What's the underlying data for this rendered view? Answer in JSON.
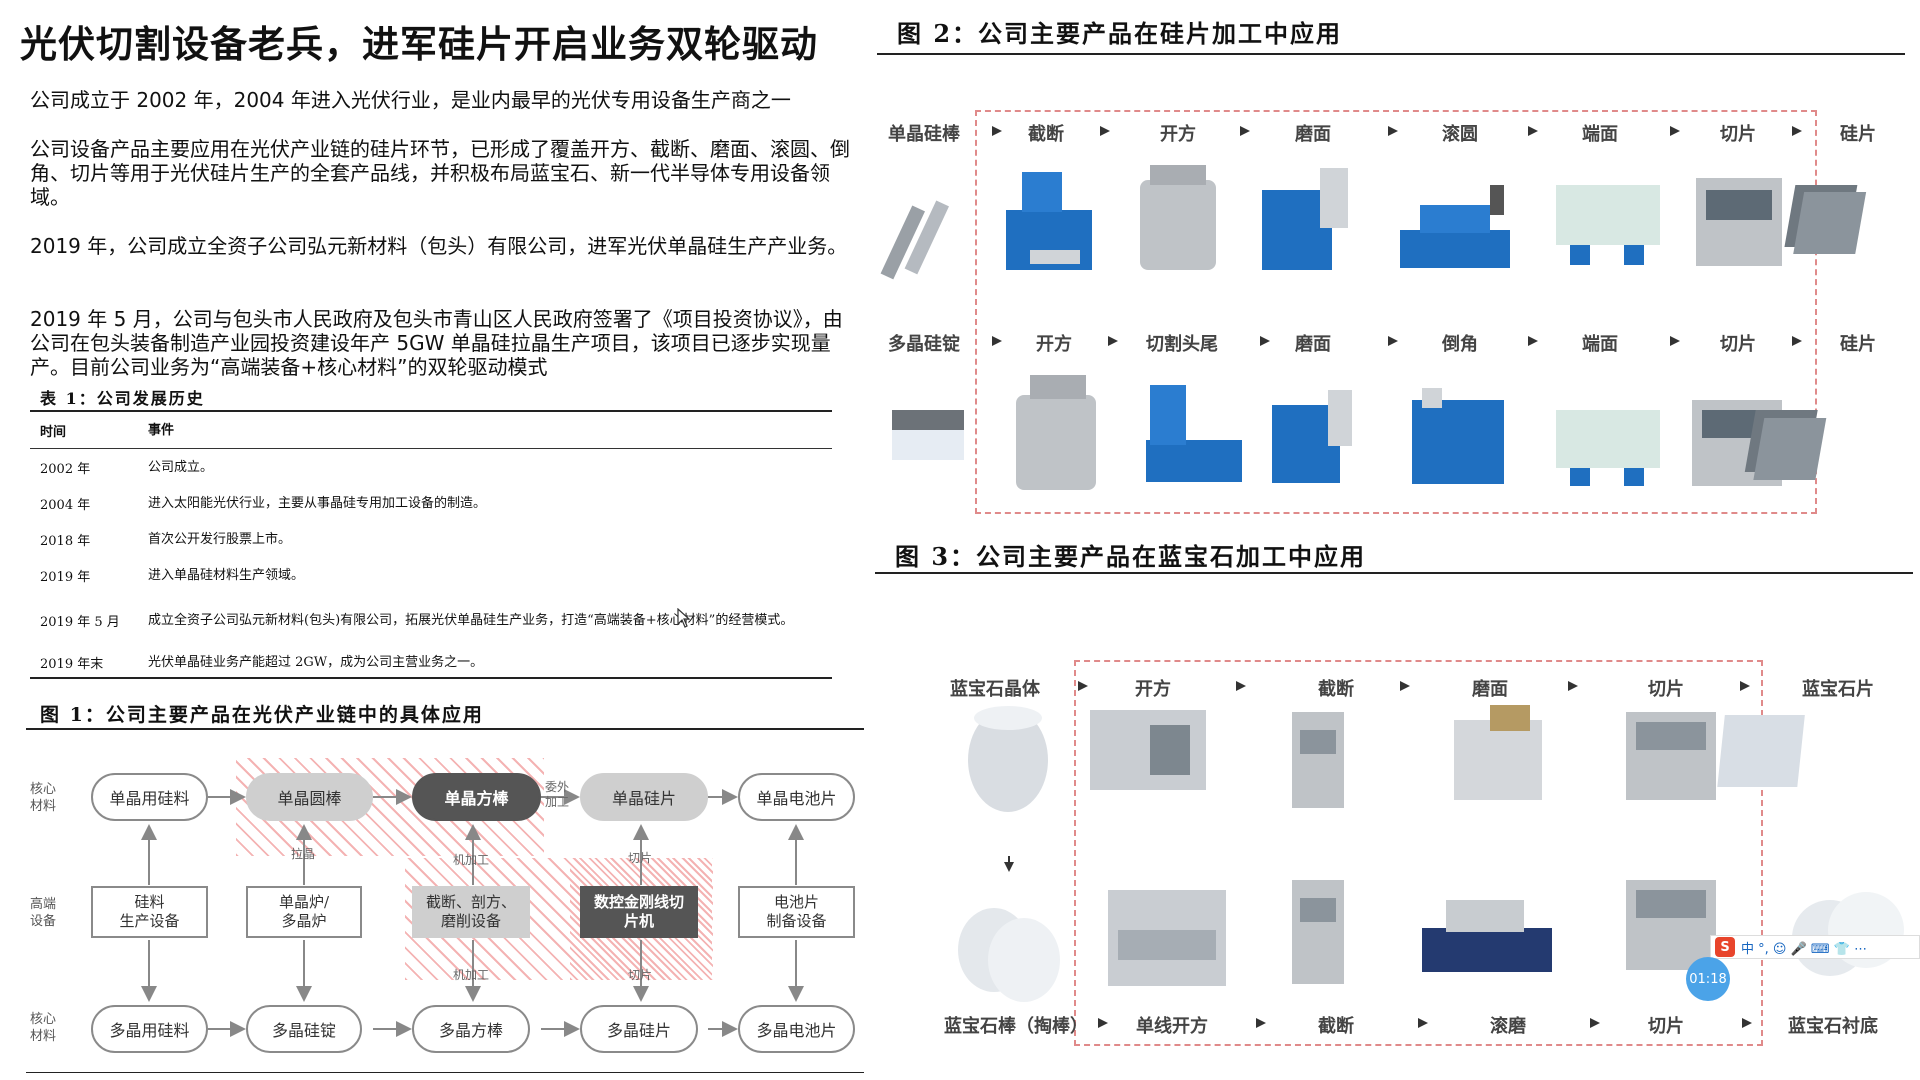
{
  "title": "光伏切割设备老兵，进军硅片开启业务双轮驱动",
  "paragraphs": [
    "公司成立于 2002 年，2004 年进入光伏行业，是业内最早的光伏专用设备生产商之一",
    "公司设备产品主要应用在光伏产业链的硅片环节，已形成了覆盖开方、截断、磨面、滚圆、倒角、切片等用于光伏硅片生产的全套产品线，并积极布局蓝宝石、新一代半导体专用设备领域。",
    "2019 年，公司成立全资子公司弘元新材料（包头）有限公司，进军光伏单晶硅生产产业务。",
    "2019 年 5 月，公司与包头市人民政府及包头市青山区人民政府签署了《项目投资协议》，由公司在包头装备制造产业园投资建设年产 5GW 单晶硅拉晶生产项目，该项目已逐步实现量产。目前公司业务为“高端装备+核心材料”的双轮驱动模式"
  ],
  "table": {
    "caption": "表 1：公司发展历史",
    "headers": [
      "时间",
      "事件"
    ],
    "rows": [
      [
        "2002 年",
        "公司成立。"
      ],
      [
        "2004 年",
        "进入太阳能光伏行业，主要从事晶硅专用加工设备的制造。"
      ],
      [
        "2018 年",
        "首次公开发行股票上市。"
      ],
      [
        "2019 年",
        "进入单晶硅材料生产领域。"
      ],
      [
        "2019 年 5 月",
        "成立全资子公司弘元新材料(包头)有限公司，拓展光伏单晶硅生产业务，打造“高端装备+核心材料”的经营模式。"
      ],
      [
        "2019 年末",
        "光伏单晶硅业务产能超过 2GW，成为公司主营业务之一。"
      ]
    ]
  },
  "fig1": {
    "caption": "图 1：公司主要产品在光伏产业链中的具体应用",
    "side_labels": [
      "核心\n材料",
      "高端\n设备",
      "核心\n材料"
    ],
    "top_nodes": [
      "单晶用硅料",
      "单晶圆棒",
      "单晶方棒",
      "单晶硅片",
      "单晶电池片"
    ],
    "mid_boxes": [
      "硅料\n生产设备",
      "单晶炉/\n多晶炉",
      "截断、剖方、\n磨削设备",
      "数控金刚线切\n片机",
      "电池片\n制备设备"
    ],
    "bottom_nodes": [
      "多晶用硅料",
      "多晶硅锭",
      "多晶方棒",
      "多晶硅片",
      "多晶电池片"
    ],
    "edge_labels": {
      "pull": "拉晶",
      "machining_top": "机加工",
      "slicing_top": "切片",
      "machining_bottom": "机加工",
      "slicing_bottom": "切片",
      "outsource": "委外\n加工"
    }
  },
  "fig2": {
    "caption": "图 2：公司主要产品在硅片加工中应用",
    "row1": [
      "单晶硅棒",
      "截断",
      "开方",
      "磨面",
      "滚圆",
      "端面",
      "切片",
      "硅片"
    ],
    "row2": [
      "多晶硅锭",
      "开方",
      "切割头尾",
      "磨面",
      "倒角",
      "端面",
      "切片",
      "硅片"
    ]
  },
  "fig3": {
    "caption": "图 3：公司主要产品在蓝宝石加工中应用",
    "row1": [
      "蓝宝石晶体",
      "开方",
      "截断",
      "磨面",
      "切片",
      "蓝宝石片"
    ],
    "row2": [
      "蓝宝石棒（掏棒）",
      "单线开方",
      "截断",
      "滚磨",
      "切片",
      "蓝宝石衬底"
    ]
  },
  "overlay": {
    "ime_logo": "S",
    "ime_text": "中 °, ☺ 🎤 ⌨ 👕 ⋯",
    "timer": "01:18"
  },
  "colors": {
    "hatch": "#f4b3b3",
    "dash_box": "#e08a8a",
    "machine_blue": "#1f6fc0",
    "machine_grey": "#bfc3c7",
    "timer": "#4ba3e8"
  }
}
